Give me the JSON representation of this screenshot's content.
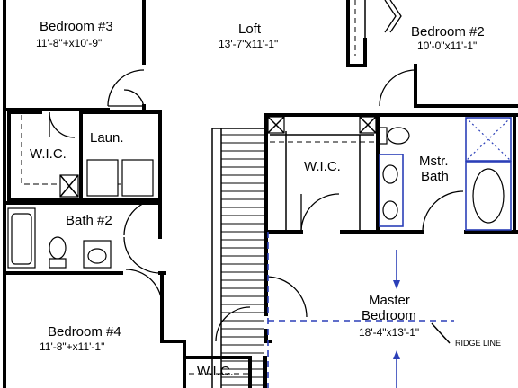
{
  "rooms": {
    "bedroom3": {
      "name": "Bedroom #3",
      "dims": "11'-8\"+x10'-9\""
    },
    "loft": {
      "name": "Loft",
      "dims": "13'-7\"x11'-1\""
    },
    "bedroom2": {
      "name": "Bedroom #2",
      "dims": "10'-0\"x11'-1\""
    },
    "wic_left": {
      "name": "W.I.C."
    },
    "laundry": {
      "name": "Laun."
    },
    "wic_master": {
      "name": "W.I.C."
    },
    "master_bath": {
      "name_line1": "Mstr.",
      "name_line2": "Bath"
    },
    "bath2": {
      "name": "Bath #2"
    },
    "bedroom4": {
      "name": "Bedroom #4",
      "dims": "11'-8\"+x11'-1\""
    },
    "master_bedroom": {
      "name_line1": "Master",
      "name_line2": "Bedroom",
      "dims": "18'-4\"x13'-1\""
    },
    "wic_bottom": {
      "name": "W.I.C."
    }
  },
  "annotations": {
    "ridge_line": "RIDGE LINE"
  },
  "colors": {
    "walls": "#000000",
    "plumbing": "#2b3fb8",
    "background": "#ffffff"
  }
}
